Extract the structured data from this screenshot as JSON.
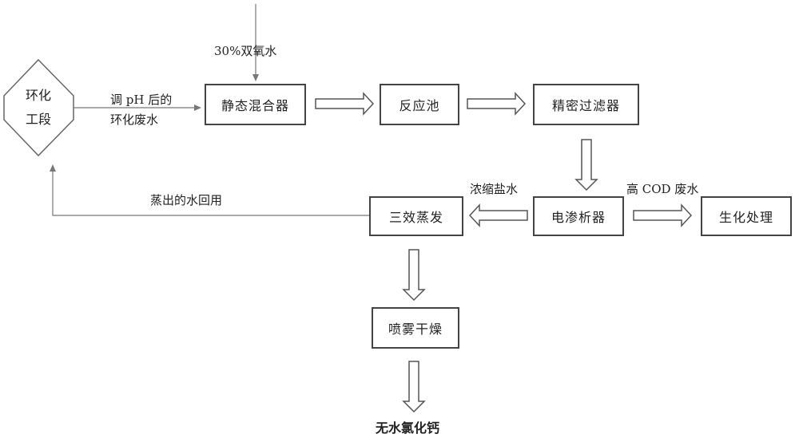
{
  "nodes": {
    "huanhua_line1": "环化",
    "huanhua_line2": "工段",
    "mixer": "静态混合器",
    "reactor": "反应池",
    "filter": "精密过滤器",
    "electrodialysis": "电渗析器",
    "evaporator": "三效蒸发",
    "biochem": "生化处理",
    "spray_dry": "喷雾干燥",
    "product": "无水氯化钙"
  },
  "labels": {
    "h2o2": "30%双氧水",
    "wastewater_line1": "调 pH 后的",
    "wastewater_line2": "环化废水",
    "brine": "浓缩盐水",
    "cod": "高 COD 废水",
    "recycle": "蒸出的水回用"
  },
  "colors": {
    "line": "#777777",
    "box_border": "#444444",
    "hollow_arrow": "#555555"
  }
}
